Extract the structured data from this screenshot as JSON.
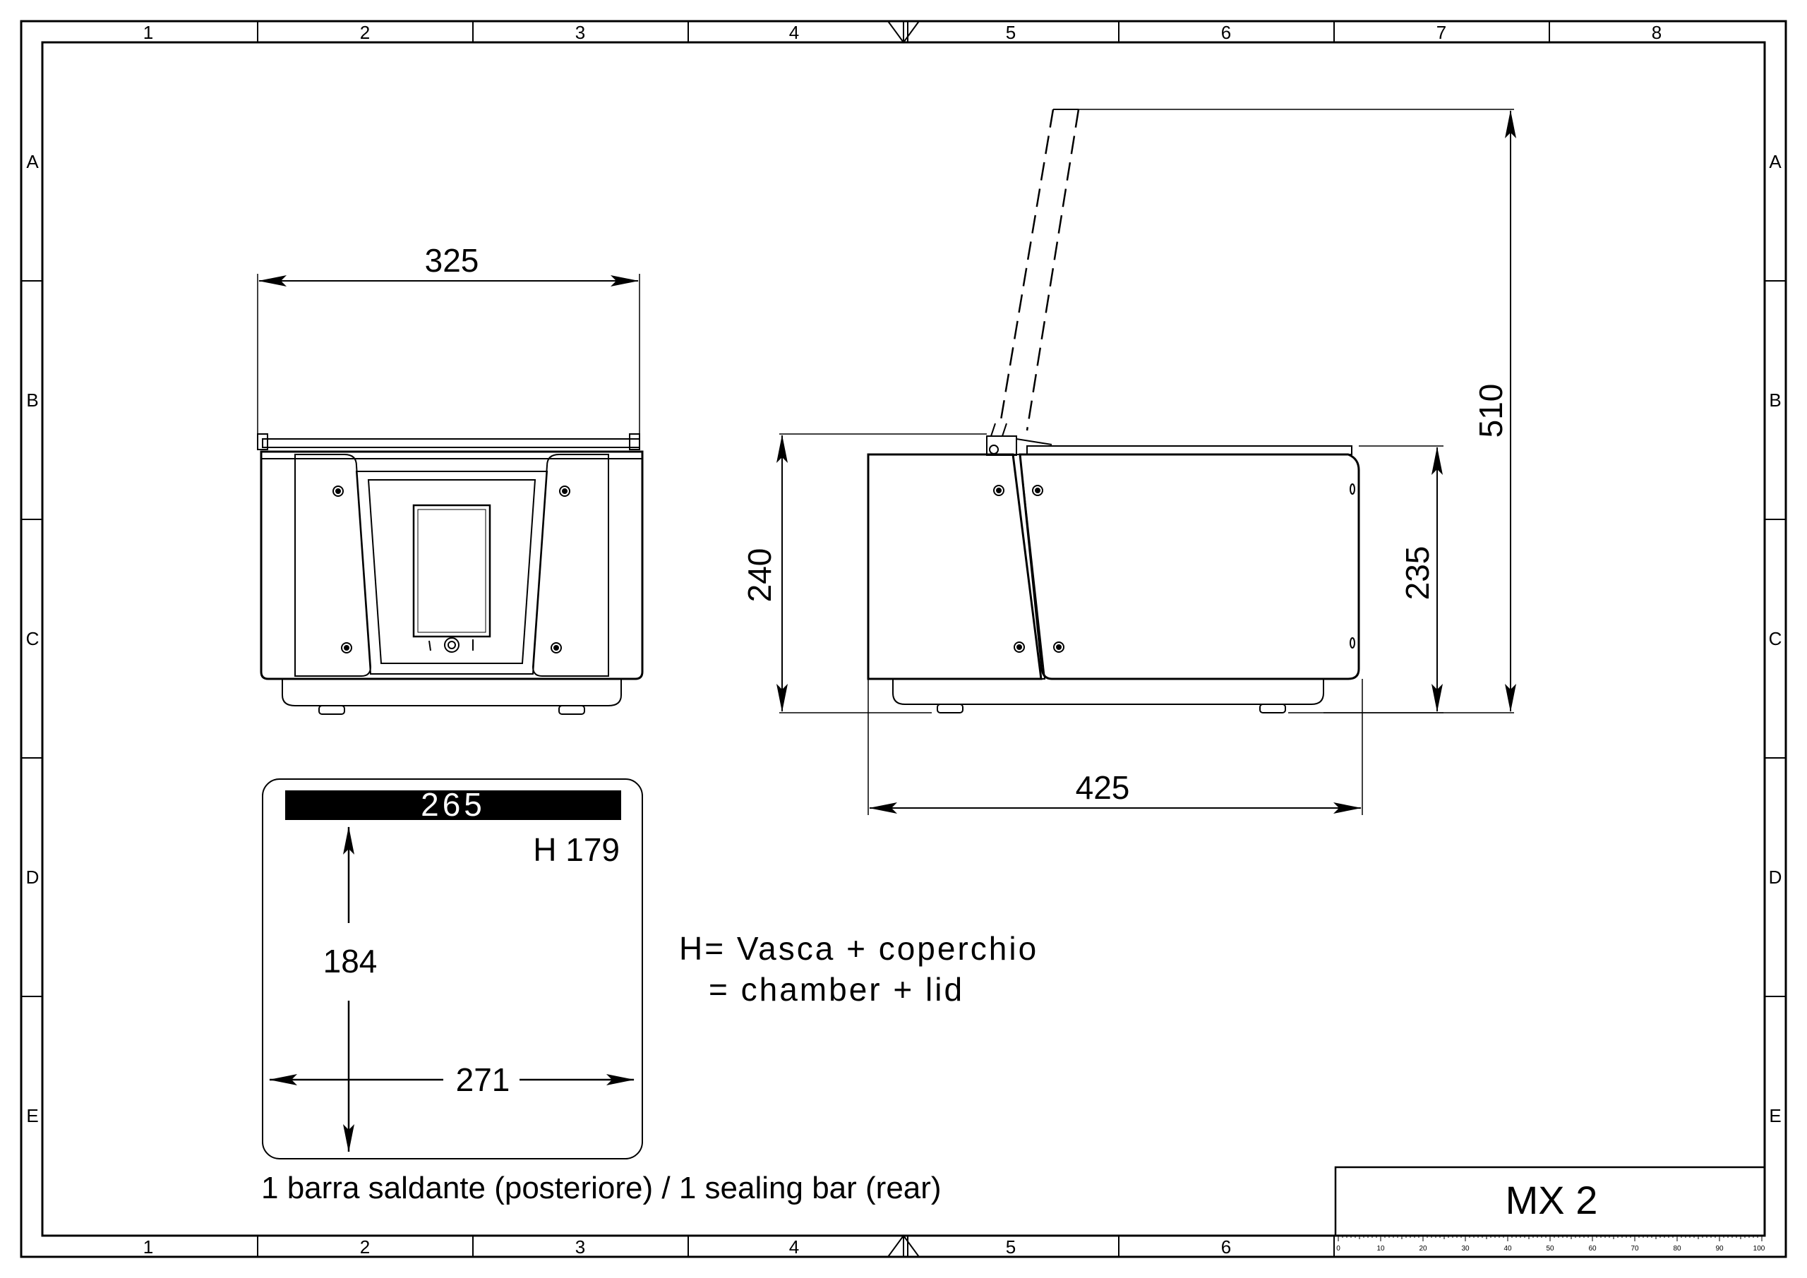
{
  "frame": {
    "columns": [
      "1",
      "2",
      "3",
      "4",
      "5",
      "6",
      "7",
      "8"
    ],
    "columns_bottom": [
      "1",
      "2",
      "3",
      "4",
      "5",
      "6"
    ],
    "rows": [
      "A",
      "B",
      "C",
      "D",
      "E"
    ]
  },
  "front_view": {
    "width_dim": "325"
  },
  "side_view": {
    "open_height_dim": "510",
    "left_height_dim": "240",
    "right_height_dim": "235",
    "depth_dim": "425"
  },
  "chamber": {
    "bar_width_dim": "265",
    "height_label": "H  179",
    "depth_dim": "184",
    "width_dim": "271"
  },
  "notes": {
    "line1": "H= Vasca + coperchio",
    "line2": "= chamber + lid",
    "caption": "1 barra saldante (posteriore) / 1 sealing bar (rear)"
  },
  "title_block": {
    "model": "MX 2",
    "scale_labels": [
      "0",
      "10",
      "20",
      "30",
      "40",
      "50",
      "60",
      "70",
      "80",
      "90",
      "100"
    ]
  }
}
